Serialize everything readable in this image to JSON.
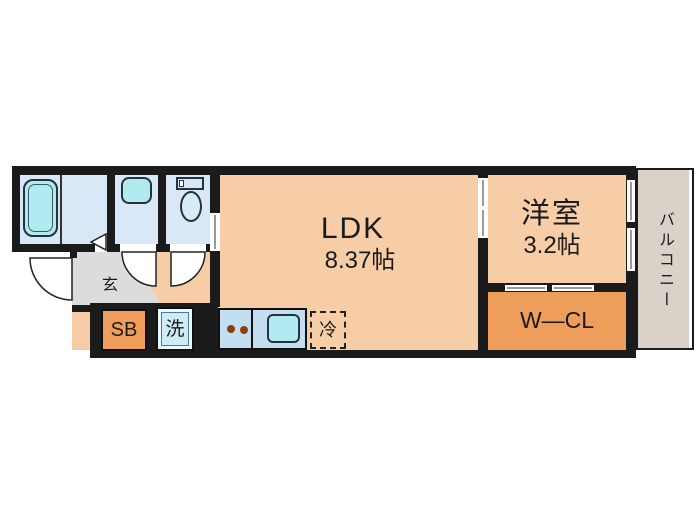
{
  "plan": {
    "rooms": {
      "ldk": {
        "name": "LDK",
        "size": "8.37帖"
      },
      "western": {
        "name": "洋室",
        "size": "3.2帖"
      },
      "walk_in_closet": {
        "label": "W—CL"
      },
      "balcony": {
        "label": "バルコニー"
      },
      "entrance": {
        "label": "玄"
      },
      "shoe_box": {
        "label": "SB"
      },
      "laundry": {
        "label": "洗"
      },
      "refrigerator": {
        "label": "冷"
      }
    },
    "colors": {
      "wall": "#1b1b1b",
      "room_peach": "#f6cda6",
      "accent_orange": "#ef9d5b",
      "wet_blue": "#d9e7f6",
      "fixture_cyan": "#b2eaf2",
      "counter_blue": "#c3ddf1",
      "laundry_blue": "#cdecf7",
      "entrance_gray": "#dcdcdc",
      "balcony_beige": "#dad2c8",
      "burner_brown": "#8f3f0e",
      "background": "#ffffff"
    }
  }
}
